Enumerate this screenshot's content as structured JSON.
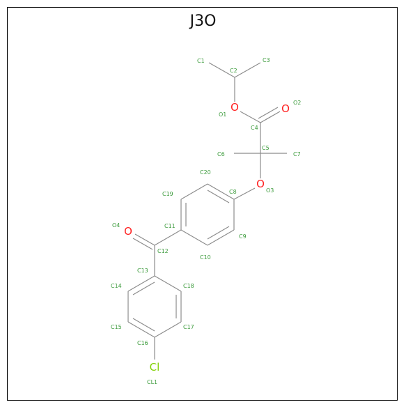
{
  "title": "J3O",
  "colors": {
    "carbon_label": "#3a9a3a",
    "oxygen": "#ff2020",
    "chlorine": "#7fd000",
    "bond": "#8c8c8c"
  },
  "elements": {
    "oxygen": "O",
    "chlorine": "Cl"
  },
  "atom_labels": {
    "c1": "C1",
    "c2": "C2",
    "c3": "C3",
    "o1": "O1",
    "o2": "O2",
    "c4": "C4",
    "c5": "C5",
    "c6": "C6",
    "c7": "C7",
    "o3": "O3",
    "c8": "C8",
    "c9": "C9",
    "c10": "C10",
    "c11": "C11",
    "c19": "C19",
    "c20": "C20",
    "o4": "O4",
    "c12": "C12",
    "c13": "C13",
    "c14": "C14",
    "c15": "C15",
    "c16": "C16",
    "c17": "C17",
    "c18": "C18",
    "cl1": "CL1"
  }
}
